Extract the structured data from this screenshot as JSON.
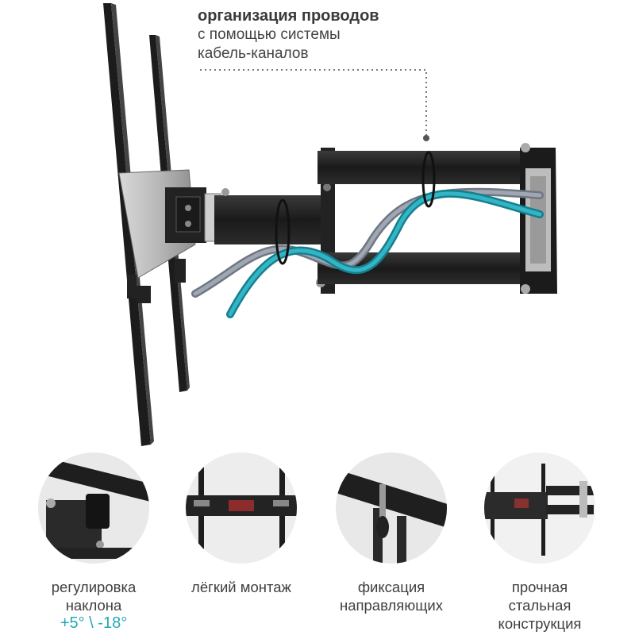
{
  "callout": {
    "line1": "организация проводов",
    "line2": "с помощью системы",
    "line3": "кабель-каналов"
  },
  "features": [
    {
      "line1": "регулировка",
      "line2": "наклона",
      "line3": "+5° \\ -18°"
    },
    {
      "line1": "лёгкий монтаж"
    },
    {
      "line1": "фиксация",
      "line2": "направляющих"
    },
    {
      "line1": "прочная",
      "line2": "стальная",
      "line3": "конструкция"
    }
  ],
  "colors": {
    "accent": "#23a8b8",
    "steel": "#1e1e1e",
    "cable_teal": "#1f9aab",
    "cable_grey": "#8c93a0"
  }
}
